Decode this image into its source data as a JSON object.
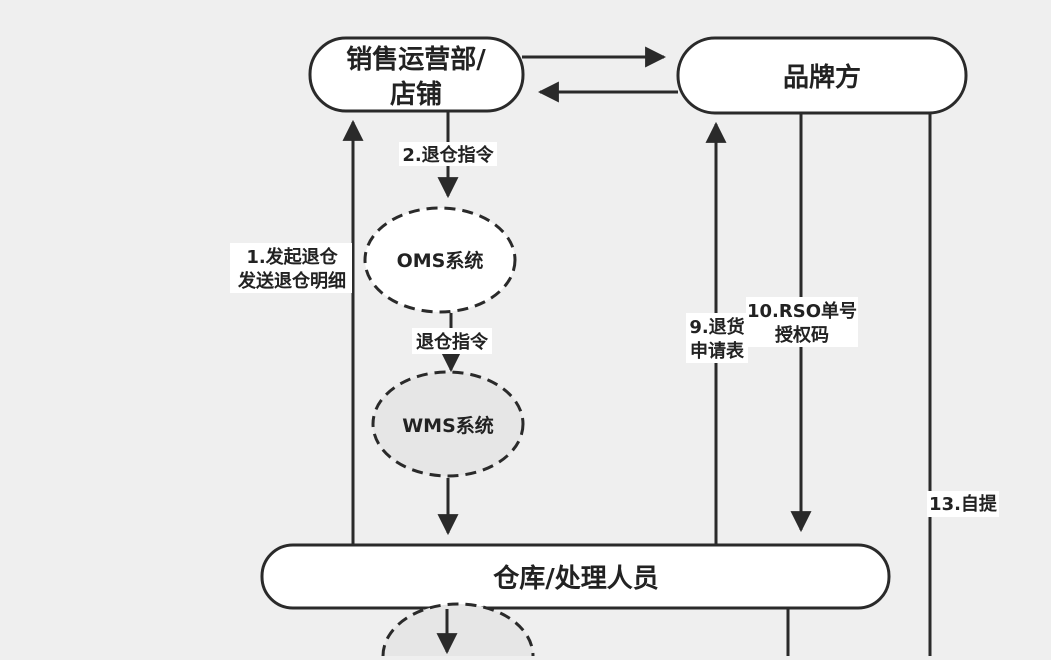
{
  "nodes": {
    "sales": {
      "line1": "销售运营部/",
      "line2": "店铺"
    },
    "brand": {
      "label": "品牌方"
    },
    "oms": {
      "label": "OMS系统"
    },
    "wms": {
      "label": "WMS系统"
    },
    "warehouse": {
      "label": "仓库/处理人员"
    }
  },
  "edges": {
    "e1": {
      "line1": "1.发起退仓",
      "line2": "发送退仓明细"
    },
    "e2": {
      "label": "2.退仓指令"
    },
    "e3": {
      "label": "退仓指令"
    },
    "e9": {
      "line1": "9.退货",
      "line2": "申请表"
    },
    "e10": {
      "line1": "10.RSO单号",
      "line2": "授权码"
    },
    "e13": {
      "label": "13.自提"
    }
  },
  "colors": {
    "background": "#efefef",
    "stroke": "#2a2a2a",
    "node_fill": "#ffffff",
    "wms_fill": "#e6e6e6"
  }
}
